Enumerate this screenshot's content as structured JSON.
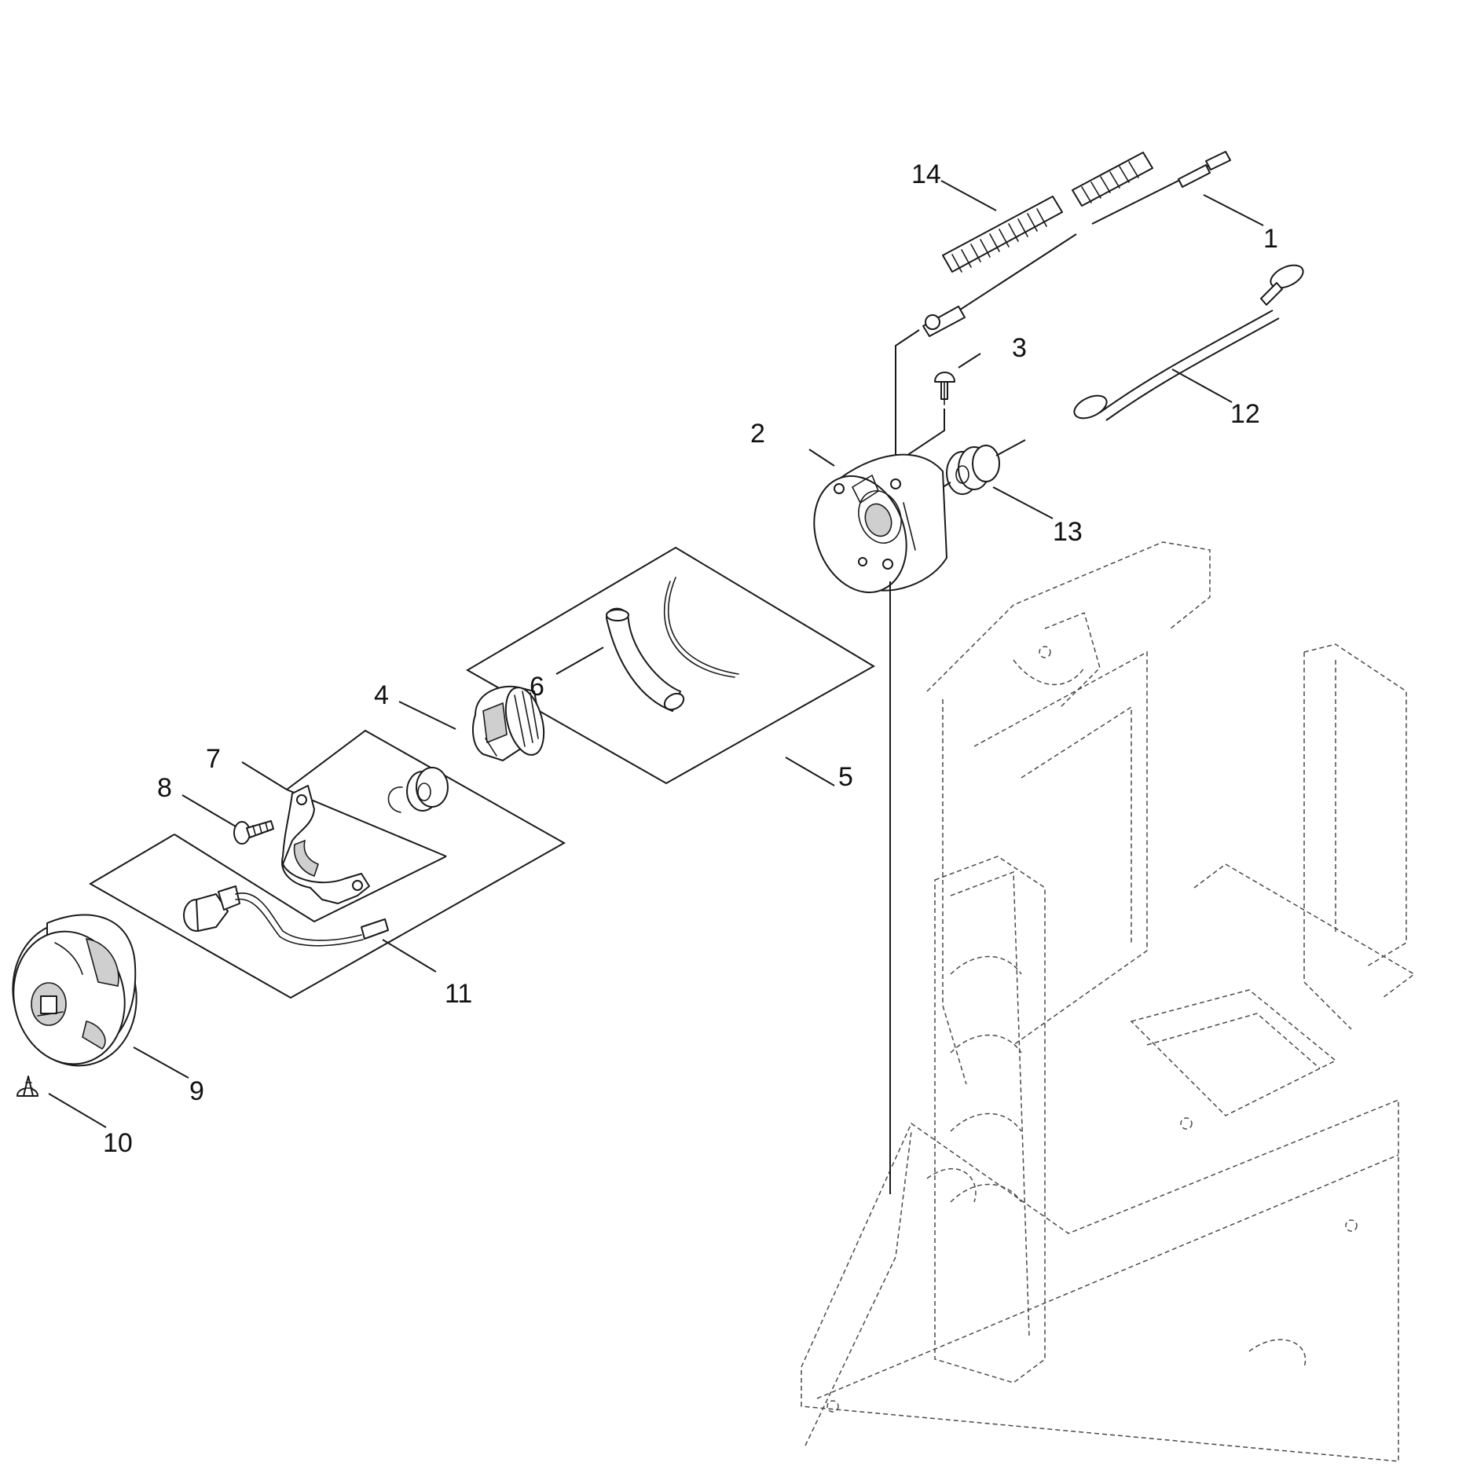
{
  "diagram": {
    "type": "exploded-parts-diagram",
    "callouts": [
      {
        "id": "1",
        "text": "1",
        "part": "throttle-cable"
      },
      {
        "id": "2",
        "text": "2",
        "part": "holder-plate"
      },
      {
        "id": "3",
        "text": "3",
        "part": "screw"
      },
      {
        "id": "4",
        "text": "4",
        "part": "switch-body"
      },
      {
        "id": "5",
        "text": "5",
        "part": "cable-tube-kit"
      },
      {
        "id": "6",
        "text": "6",
        "part": "tube"
      },
      {
        "id": "7",
        "text": "7",
        "part": "clamp-bracket"
      },
      {
        "id": "8",
        "text": "8",
        "part": "screw"
      },
      {
        "id": "9",
        "text": "9",
        "part": "control-knob"
      },
      {
        "id": "10",
        "text": "10",
        "part": "tapping-screw"
      },
      {
        "id": "11",
        "text": "11",
        "part": "switch-kit"
      },
      {
        "id": "12",
        "text": "12",
        "part": "ground-lead"
      },
      {
        "id": "13",
        "text": "13",
        "part": "grommet"
      },
      {
        "id": "14",
        "text": "14",
        "part": "protector-spring"
      }
    ]
  }
}
